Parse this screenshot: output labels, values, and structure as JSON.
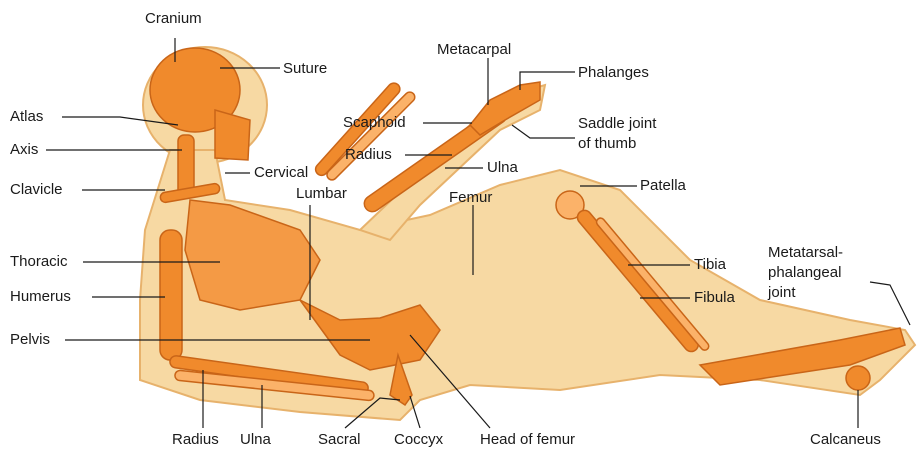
{
  "colors": {
    "body_fill": "#f7d9a3",
    "body_edge": "#e7b26c",
    "bone_fill": "#f08a2c",
    "bone_dark": "#c96518",
    "bone_light": "#fbb269",
    "leader_line": "#1a1a1a"
  },
  "labels": {
    "cranium": "Cranium",
    "suture": "Suture",
    "metacarpal": "Metacarpal",
    "phalanges": "Phalanges",
    "atlas": "Atlas",
    "axis": "Axis",
    "scaphoid": "Scaphoid",
    "saddle_joint_line1": "Saddle joint",
    "saddle_joint_line2": "of thumb",
    "radius_arm": "Radius",
    "ulna_arm": "Ulna",
    "cervical": "Cervical",
    "clavicle": "Clavicle",
    "lumbar": "Lumbar",
    "femur": "Femur",
    "patella": "Patella",
    "metatarsal_line1": "Metatarsal-",
    "metatarsal_line2": "phalangeal",
    "metatarsal_line3": "joint",
    "thoracic": "Thoracic",
    "tibia": "Tibia",
    "humerus": "Humerus",
    "fibula": "Fibula",
    "pelvis": "Pelvis",
    "radius_lower": "Radius",
    "ulna_lower": "Ulna",
    "sacral": "Sacral",
    "coccyx": "Coccyx",
    "head_of_femur": "Head of femur",
    "calcaneus": "Calcaneus"
  }
}
